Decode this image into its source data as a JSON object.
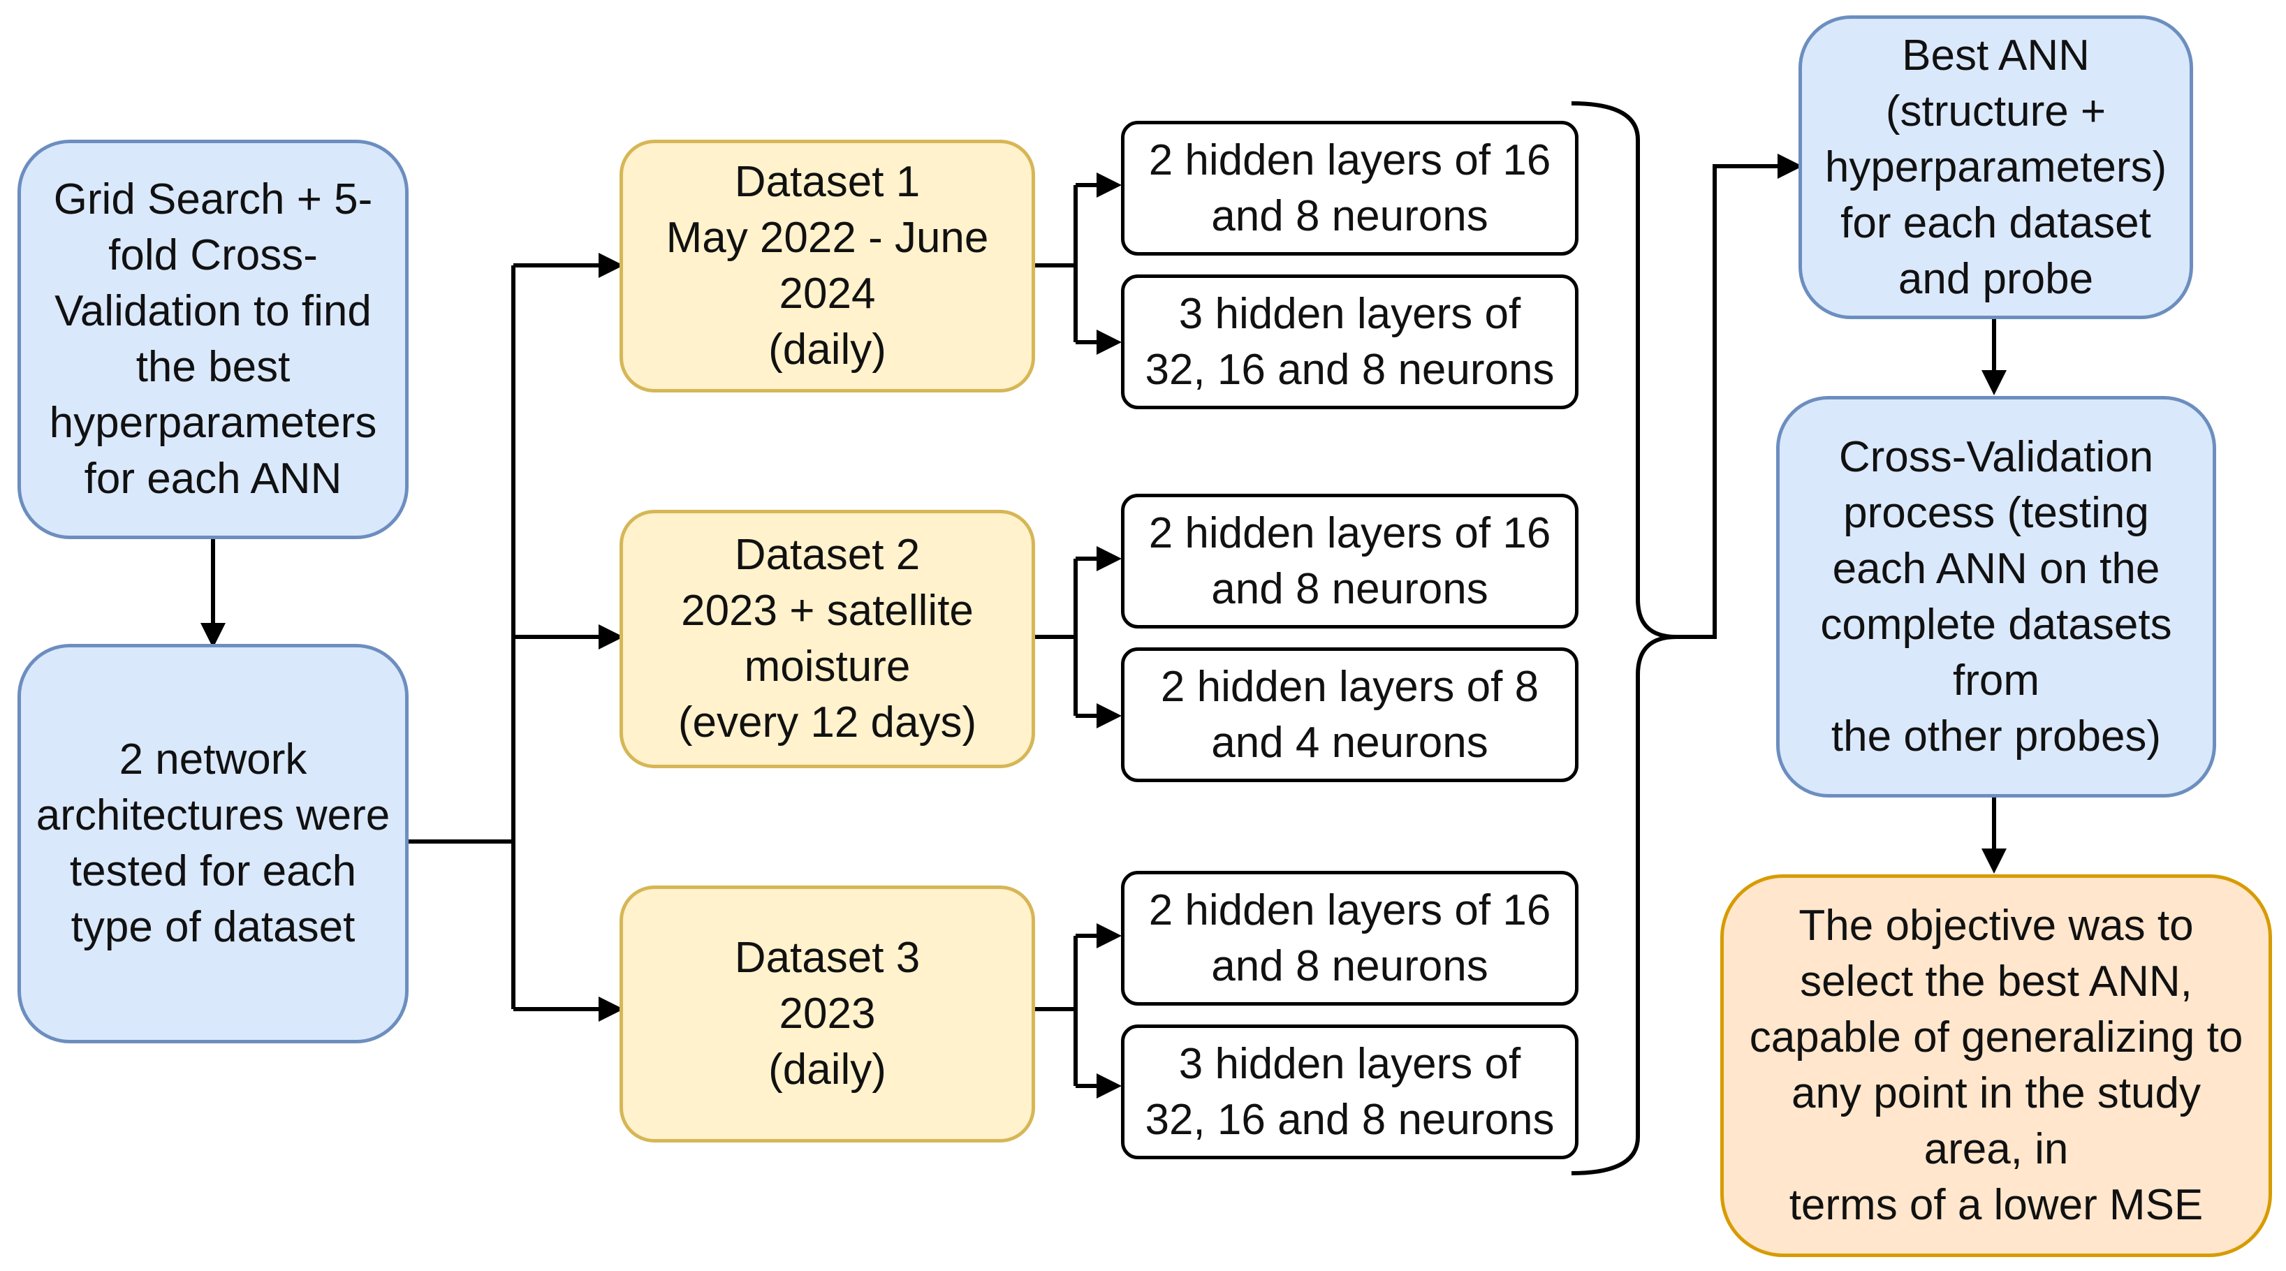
{
  "nodes": {
    "grid_search": "Grid Search + 5-\nfold Cross-\nValidation to find\nthe best\nhyperparameters\nfor each ANN",
    "architectures": "2 network\narchitectures were\ntested for each\ntype of dataset",
    "dataset1": "Dataset 1\nMay 2022 - June\n2024\n(daily)",
    "dataset2": "Dataset 2\n2023 + satellite\nmoisture\n(every 12 days)",
    "dataset3": "Dataset 3\n2023\n(daily)",
    "arch_d1_a": "2 hidden layers of 16\nand 8 neurons",
    "arch_d1_b": "3 hidden layers of\n32, 16 and 8 neurons",
    "arch_d2_a": "2 hidden layers of 16\nand 8 neurons",
    "arch_d2_b": "2 hidden layers of 8\nand 4 neurons",
    "arch_d3_a": "2 hidden layers of 16\nand 8 neurons",
    "arch_d3_b": "3 hidden layers of\n32, 16 and 8 neurons",
    "best_ann": "Best ANN\n(structure +\nhyperparameters)\nfor each dataset\nand probe",
    "cross_validation": "Cross-Validation\nprocess (testing\neach ANN on the\ncomplete datasets\nfrom\n the other probes)",
    "objective": "The objective was to\nselect the best ANN,\ncapable of generalizing to\nany point in the study\narea, in\nterms of a lower MSE"
  },
  "colors": {
    "blue_fill": "#dae8fc",
    "blue_stroke": "#6c8ebf",
    "yellow_fill": "#fff2cc",
    "yellow_stroke": "#d6b656",
    "orange_fill": "#ffe6cc",
    "orange_stroke": "#d79b00",
    "connector": "#000000"
  }
}
